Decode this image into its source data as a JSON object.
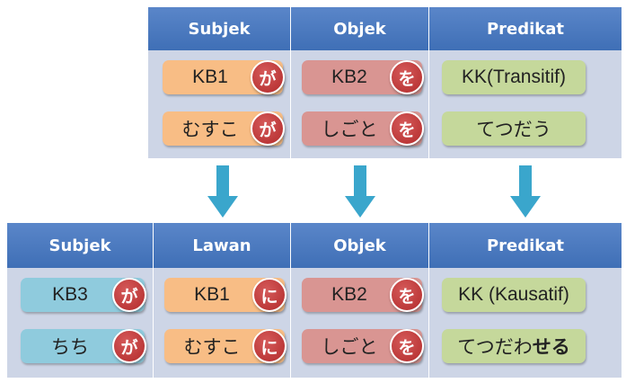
{
  "top_table": {
    "headers": [
      "Subjek",
      "Objek",
      "Predikat"
    ],
    "rows": [
      [
        {
          "text": "KB1",
          "particle": "が",
          "color": "#f8bd85"
        },
        {
          "text": "KB2",
          "particle": "を",
          "color": "#d99592"
        },
        {
          "text": "KK(Transitif)",
          "particle": null,
          "color": "#c5d89b"
        }
      ],
      [
        {
          "text": "むすこ",
          "particle": "が",
          "color": "#f8bd85"
        },
        {
          "text": "しごと",
          "particle": "を",
          "color": "#d99592"
        },
        {
          "text": "てつだう",
          "particle": null,
          "color": "#c5d89b"
        }
      ]
    ]
  },
  "bottom_table": {
    "headers": [
      "Subjek",
      "Lawan",
      "Objek",
      "Predikat"
    ],
    "rows": [
      [
        {
          "text": "KB3",
          "particle": "が",
          "color": "#8fcbdd"
        },
        {
          "text": "KB1",
          "particle": "に",
          "color": "#f8bd85"
        },
        {
          "text": "KB2",
          "particle": "を",
          "color": "#d99592"
        },
        {
          "text": "KK (Kausatif)",
          "particle": null,
          "color": "#c5d89b"
        }
      ],
      [
        {
          "text": "ちち",
          "particle": "が",
          "color": "#8fcbdd"
        },
        {
          "text": "むすこ",
          "particle": "に",
          "color": "#f8bd85"
        },
        {
          "text": "しごと",
          "particle": "を",
          "color": "#d99592"
        },
        {
          "text_plain": "てつだわ",
          "text_bold": "せる",
          "particle": null,
          "color": "#c5d89b"
        }
      ]
    ]
  },
  "colors": {
    "header": "#4a7bc0",
    "body": "#cdd5e6",
    "particle": "#c0393b",
    "arrow": "#3aa6cc"
  },
  "icons": [
    "down-arrow-icon"
  ]
}
